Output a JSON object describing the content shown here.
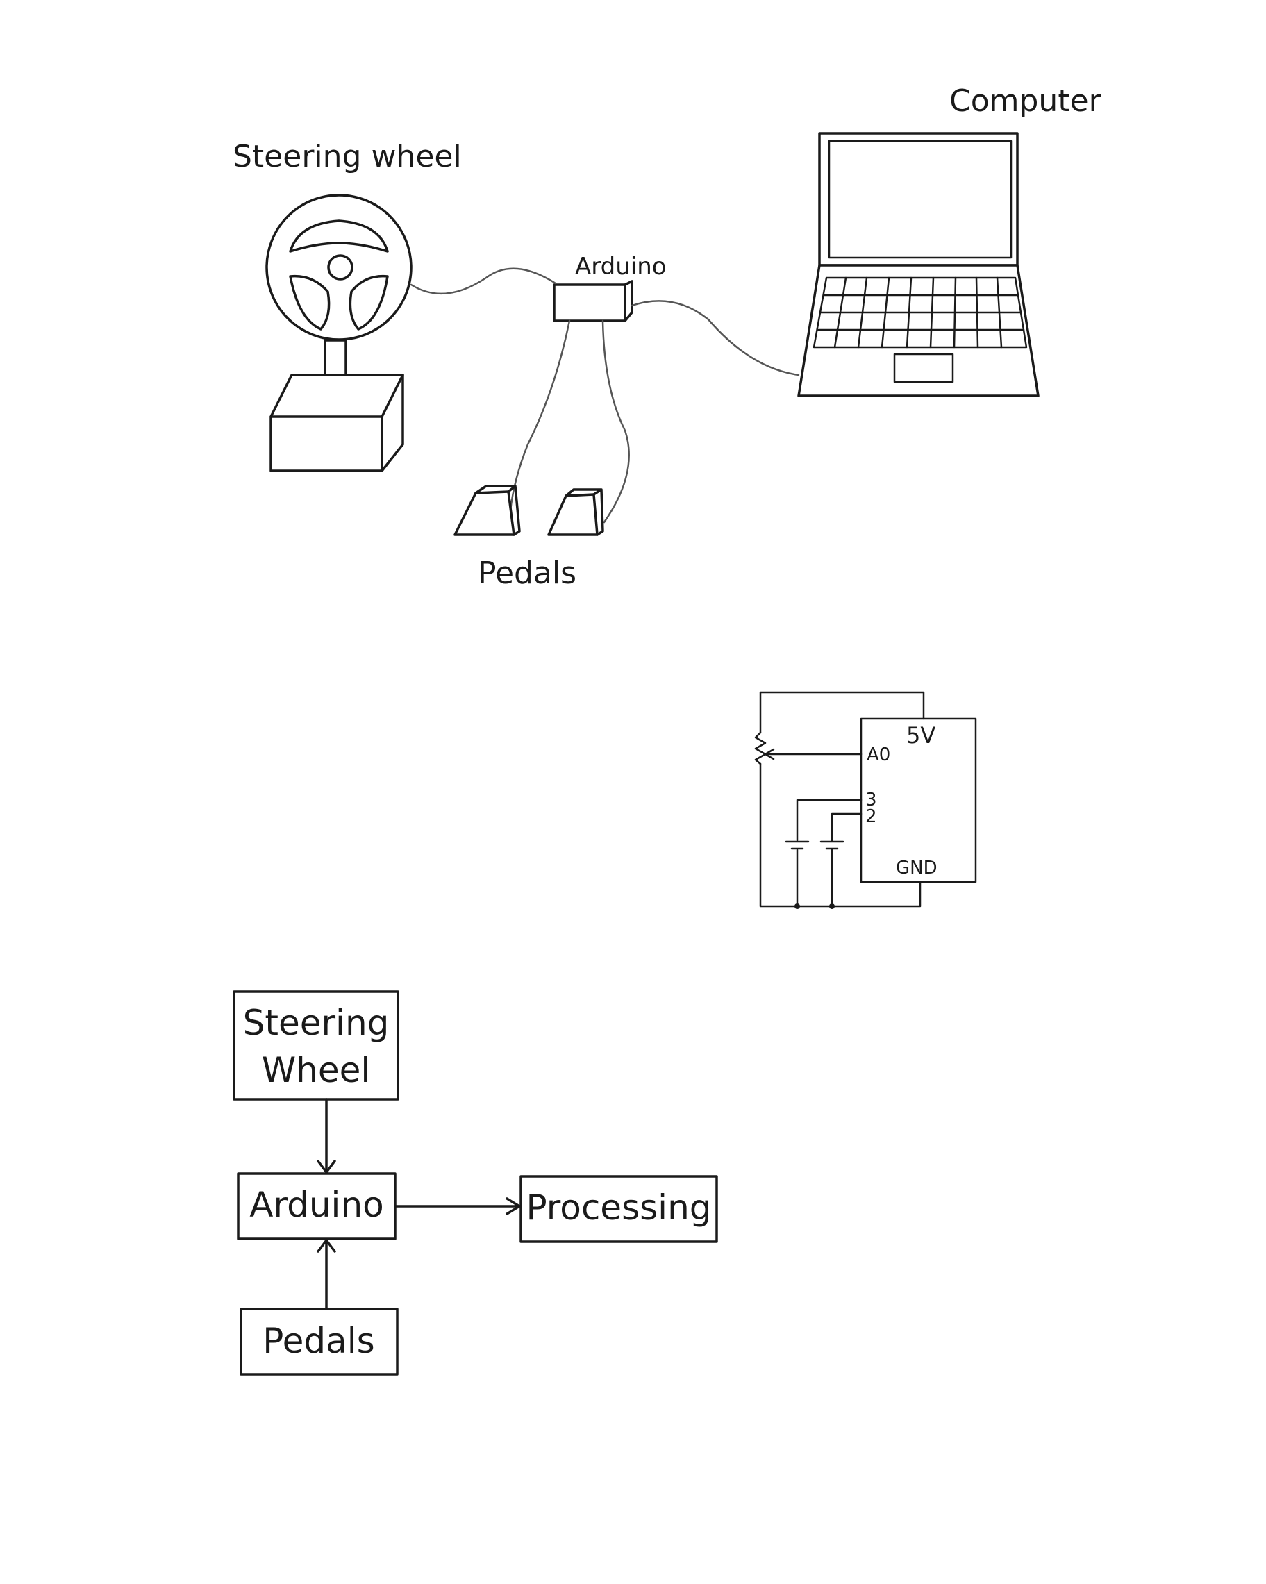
{
  "illustration": {
    "steering_wheel_label": "Steering wheel",
    "arduino_label": "Arduino",
    "computer_label": "Computer",
    "pedals_label": "Pedals"
  },
  "circuit": {
    "pin_5v": "5V",
    "pin_a0": "A0",
    "pin_3": "3",
    "pin_2": "2",
    "pin_gnd": "GND"
  },
  "block_diagram": {
    "steering_wheel_line1": "Steering",
    "steering_wheel_line2": "Wheel",
    "arduino": "Arduino",
    "processing": "Processing",
    "pedals": "Pedals"
  }
}
